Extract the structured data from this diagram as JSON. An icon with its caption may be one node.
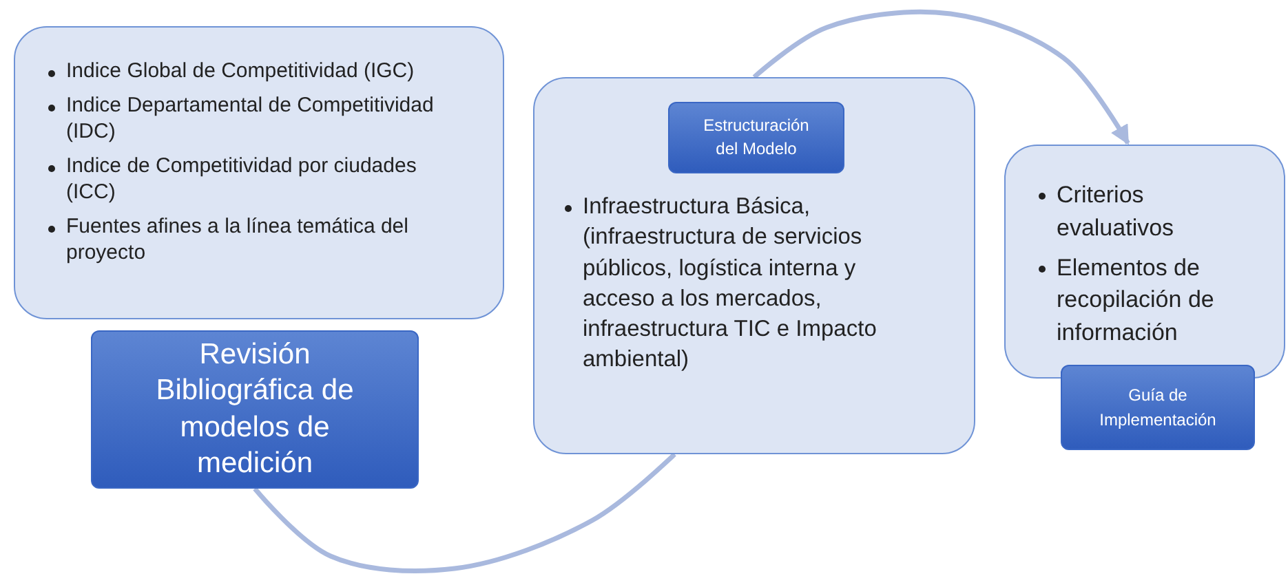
{
  "diagram": {
    "nodes": [
      {
        "text": [
          "Indice Global de Competitividad (IGC)",
          "Indice Departamental de Competitividad (IDC)",
          "Indice de Competitividad por ciudades (ICC)",
          "Fuentes afines a la línea temática del proyecto"
        ]
      },
      {
        "text": [
          "Revisión Bibliográfica de modelos de medición"
        ]
      },
      {
        "text": [
          "Infraestructura Básica, (infraestructura de servicios públicos, logística interna y acceso a los mercados, infraestructura TIC e Impacto ambiental)"
        ]
      },
      {
        "text": [
          "Estructuración del Modelo"
        ],
        "in": 2
      },
      {
        "text": [
          "Criterios evaluativos",
          "Elementos de recopilación de información"
        ]
      },
      {
        "text": [
          "Guía de Implementación"
        ]
      }
    ],
    "edges": [
      {
        "from": 1,
        "to": 2,
        "arrow": "none"
      },
      {
        "from": 2,
        "to": 4,
        "arrow": "to"
      }
    ]
  }
}
